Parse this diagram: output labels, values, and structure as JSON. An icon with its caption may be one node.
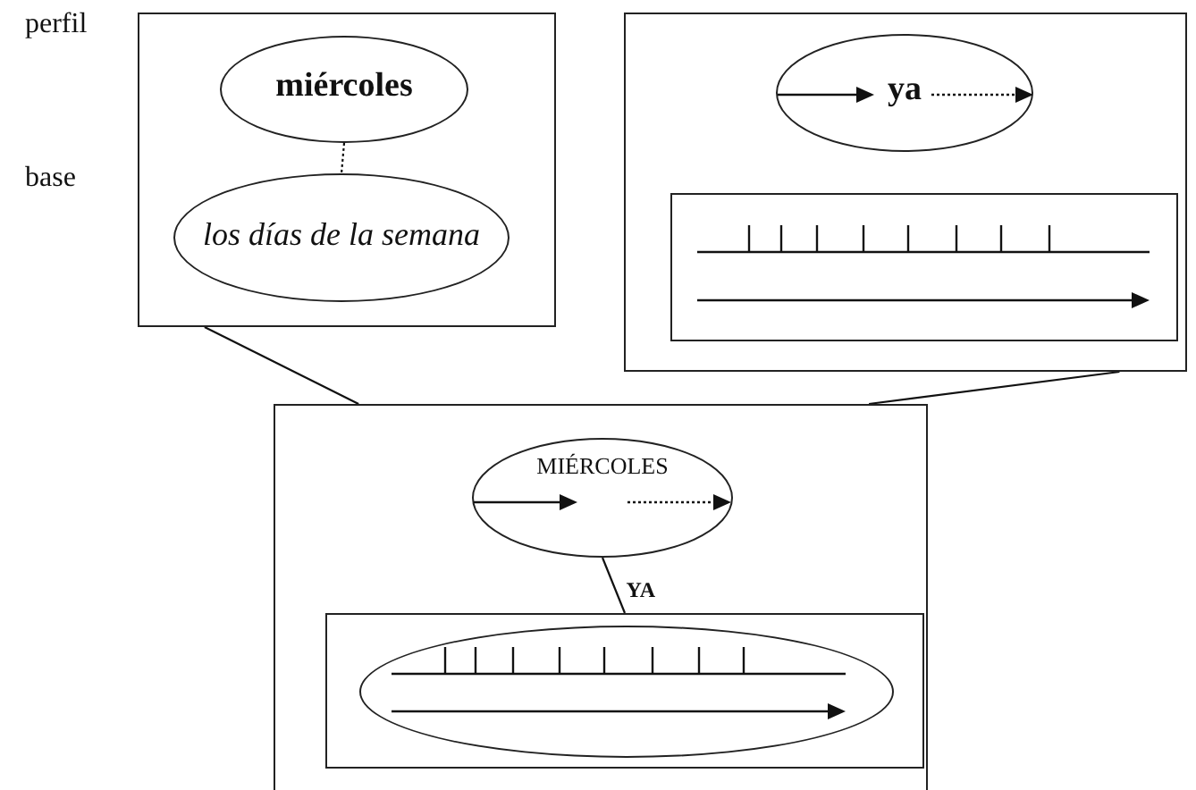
{
  "diagram": {
    "nodes": [
      {
        "text": [],
        "shape": "box"
      },
      {
        "text": [
          "miércoles"
        ],
        "in": 0
      },
      {
        "text": [
          "los días de la semana"
        ],
        "in": 0
      },
      {
        "text": [],
        "shape": "box"
      },
      {
        "text": [
          "ya"
        ],
        "in": 3
      },
      {
        "text": [],
        "shape": "box",
        "in": 3
      },
      {
        "text": [],
        "shape": "box"
      },
      {
        "text": [
          "MIÉRCOLES"
        ],
        "in": 6
      },
      {
        "text": [],
        "shape": "box",
        "in": 6
      },
      {
        "text": [],
        "shape": "ellipse",
        "in": 8
      }
    ],
    "edges": [
      {
        "from": 1,
        "to": 2,
        "arrow": "none",
        "style": "dashed"
      },
      {
        "from": 0,
        "to": 6,
        "arrow": "none"
      },
      {
        "from": 3,
        "to": 6,
        "arrow": "none"
      },
      {
        "from": 7,
        "to": 8,
        "arrow": "none",
        "label": "YA"
      }
    ],
    "labels": [
      "perfil",
      "base"
    ]
  }
}
